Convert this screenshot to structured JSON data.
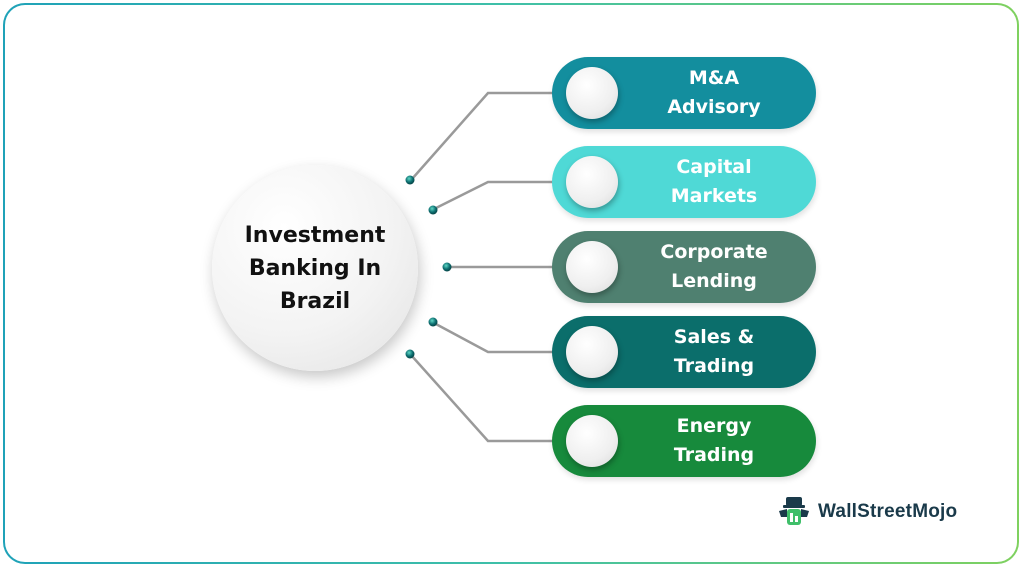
{
  "center": {
    "title": "Investment Banking In Brazil"
  },
  "services": [
    {
      "label": "M&A\nAdvisory",
      "color": "#138e9e"
    },
    {
      "label": "Capital\nMarkets",
      "color": "#4fd9d6"
    },
    {
      "label": "Corporate\nLending",
      "color": "#4f8070"
    },
    {
      "label": "Sales &\nTrading",
      "color": "#0b6e6b"
    },
    {
      "label": "Energy\nTrading",
      "color": "#178a3c"
    }
  ],
  "brand": {
    "name": "WallStreetMojo",
    "frame_gradient": [
      "#1fa2b8",
      "#7fd15f"
    ],
    "connector_color": "#9a9a9a",
    "dot_color": "#0d6e70"
  }
}
